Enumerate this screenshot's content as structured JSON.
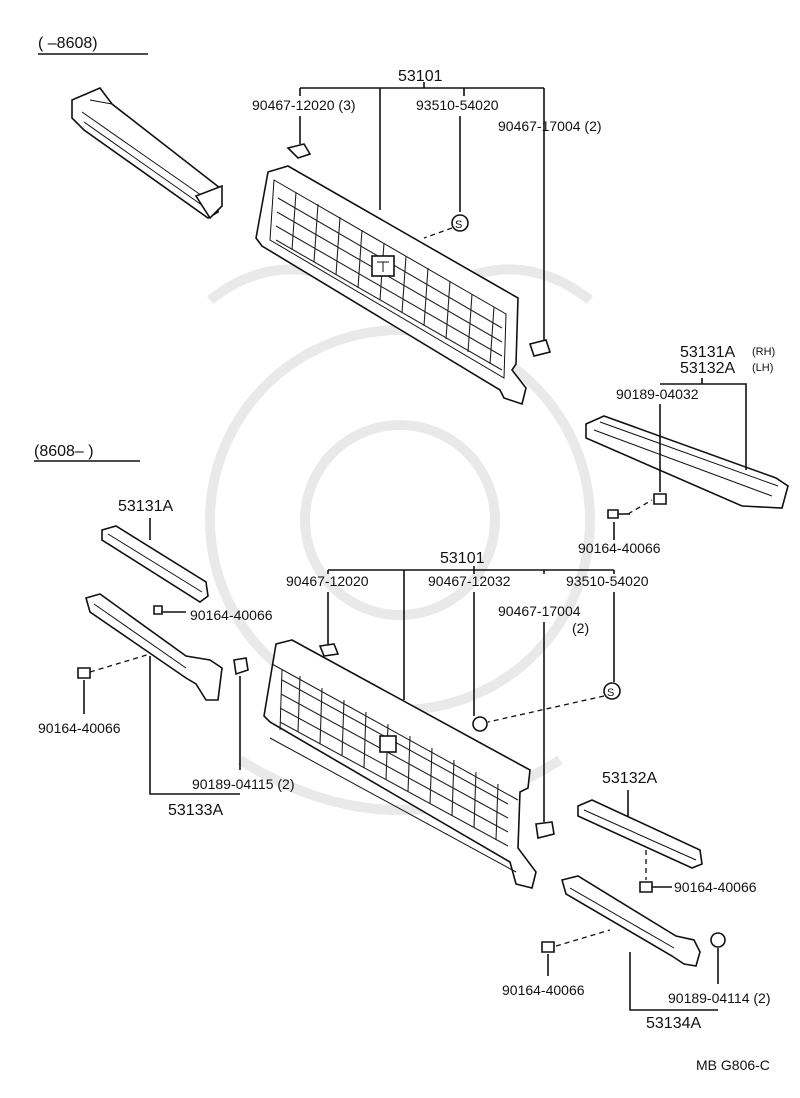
{
  "sections": {
    "early": "(       –8608)",
    "late": "(8608–       )"
  },
  "labels": {
    "grille_top": "53101",
    "clip_top": "90467-12020 (3)",
    "emblem_top": "93510-54020",
    "retainer_top": "90467-17004 (2)",
    "molding_rh": "53131A",
    "molding_rh_tag": "(RH)",
    "molding_lh": "53132A",
    "molding_lh_tag": "(LH)",
    "nut_right": "90189-04032",
    "screw_right": "90164-40066",
    "molding_left_late": "53131A",
    "grille_bottom": "53101",
    "clip_bottom_a": "90467-12020",
    "clip_bottom_b": "90467-12032",
    "emblem_bottom": "93510-54020",
    "retainer_bottom": "90467-17004",
    "retainer_bottom_qty": "(2)",
    "screw_left_a": "90164-40066",
    "screw_left_b": "90164-40066",
    "nut_left": "90189-04115 (2)",
    "bracket_left": "53133A",
    "molding_right_late": "53132A",
    "screw_right_a": "90164-40066",
    "screw_right_b": "90164-40066",
    "nut_right_late": "90189-04114 (2)",
    "bracket_right": "53134A",
    "emblem_symbol": "S",
    "diagram_code": "MB  G806-C"
  }
}
